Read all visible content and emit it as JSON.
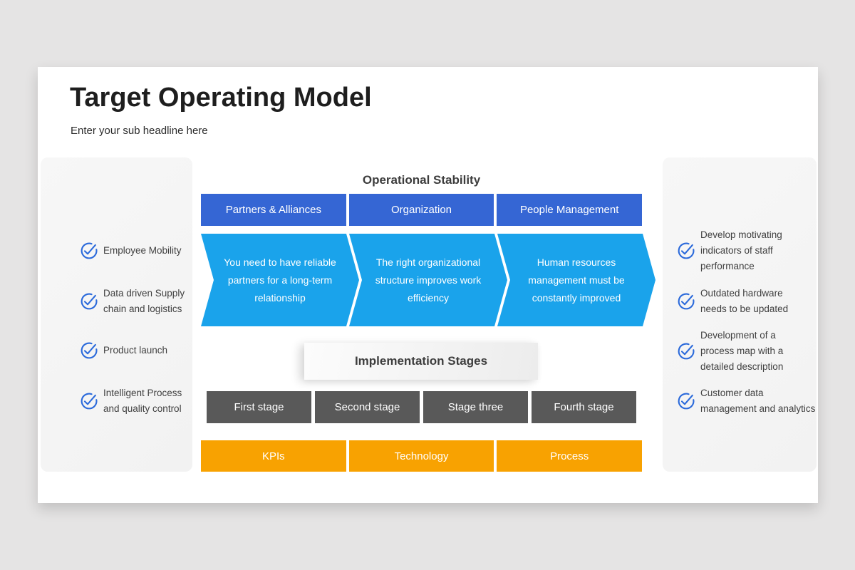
{
  "header": {
    "title": "Target Operating Model",
    "subtitle": "Enter your sub headline here"
  },
  "left_panel": {
    "items": [
      {
        "icon": "check-circle",
        "text": "Employee Mobility"
      },
      {
        "icon": "check-circle",
        "text": "Data driven Supply\nchain and logistics"
      },
      {
        "icon": "check-circle",
        "text": "Product launch"
      },
      {
        "icon": "check-circle",
        "text": "Intelligent Process\nand quality control"
      }
    ]
  },
  "right_panel": {
    "items": [
      {
        "icon": "check-circle",
        "text": "Develop motivating\nindicators of staff\nperformance"
      },
      {
        "icon": "check-circle",
        "text": "Outdated hardware\nneeds to be updated"
      },
      {
        "icon": "check-circle",
        "text": "Development of a\nprocess map with a\ndetailed description"
      },
      {
        "icon": "check-circle",
        "text": "Customer data\nmanagement and analytics"
      }
    ]
  },
  "center": {
    "top_title": "Operational Stability",
    "pillars": [
      {
        "label": "Partners & Alliances"
      },
      {
        "label": "Organization"
      },
      {
        "label": "People Management"
      }
    ],
    "arrows": [
      {
        "text": "You need to have reliable\npartners for a long-term\nrelationship"
      },
      {
        "text": "The right organizational\nstructure improves work\nefficiency"
      },
      {
        "text": "Human resources\nmanagement must be\nconstantly improved"
      }
    ],
    "middle_title": "Implementation Stages",
    "stages": [
      {
        "label": "First stage"
      },
      {
        "label": "Second stage"
      },
      {
        "label": "Stage three"
      },
      {
        "label": "Fourth stage"
      }
    ],
    "foundations": [
      {
        "label": "KPIs"
      },
      {
        "label": "Technology"
      },
      {
        "label": "Process"
      }
    ]
  },
  "colors": {
    "blue": "#3566d4",
    "lightBlue": "#1aa3eb",
    "orange": "#f8a201",
    "darkGray": "#595959",
    "checkBlue": "#2b6adb",
    "pageBg": "#e5e4e4",
    "panelBg": "#f4f4f4",
    "headingGray": "#3d3d3d"
  }
}
